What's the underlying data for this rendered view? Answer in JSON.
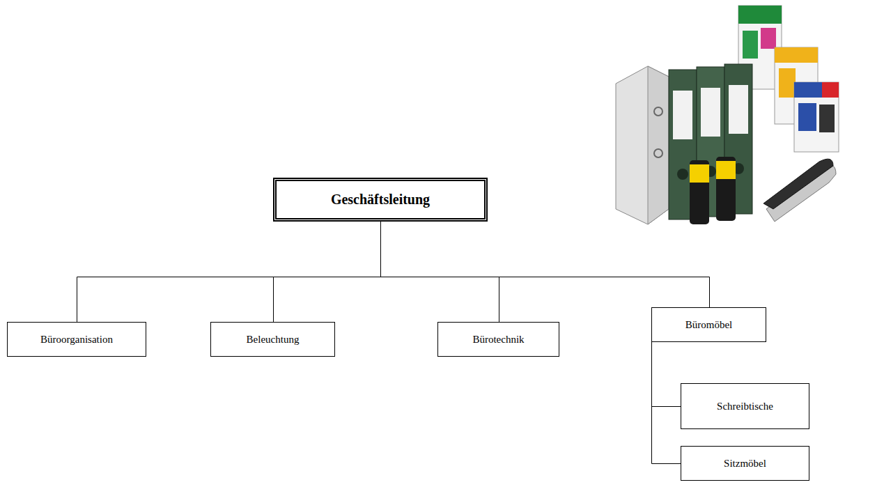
{
  "diagram": {
    "nodes": [
      {
        "text": [
          "Geschäftsleitung"
        ]
      },
      {
        "text": [
          "Büroorganisation"
        ]
      },
      {
        "text": [
          "Beleuchtung"
        ]
      },
      {
        "text": [
          "Bürotechnik"
        ]
      },
      {
        "text": [
          "Büromöbel"
        ]
      },
      {
        "text": [
          "Schreibtische"
        ]
      },
      {
        "text": [
          "Sitzmöbel"
        ]
      }
    ],
    "edges": [
      {
        "from": 0,
        "to": 1,
        "arrow": "none"
      },
      {
        "from": 0,
        "to": 2,
        "arrow": "none"
      },
      {
        "from": 0,
        "to": 3,
        "arrow": "none"
      },
      {
        "from": 0,
        "to": 4,
        "arrow": "none"
      },
      {
        "from": 4,
        "to": 5,
        "arrow": "none"
      },
      {
        "from": 4,
        "to": 6,
        "arrow": "none"
      }
    ]
  }
}
